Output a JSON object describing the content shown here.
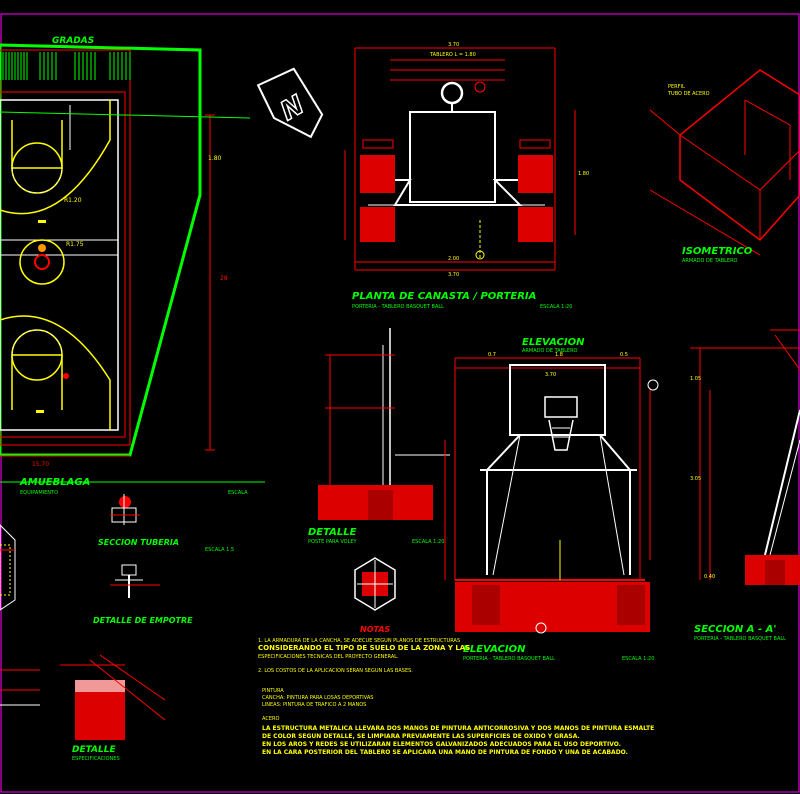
{
  "colors": {
    "background": "#000000",
    "line_green": "#00ff00",
    "line_red": "#ff0000",
    "line_yellow": "#ffff00",
    "line_white": "#ffffff",
    "line_cyan": "#00ffff",
    "line_magenta": "#ff00ff",
    "hatch_red": "#dd0000"
  },
  "labels": {
    "gradas": "GRADAS",
    "court_title": "AMUEBLAGA",
    "court_sub": "EQUIPAMIENTO",
    "court_scale": "ESCALA",
    "court_dim_width": "15.70",
    "court_dim_height": "28",
    "court_dim_side": "1.80",
    "court_r1": "R1.20",
    "court_r2": "R1.75",
    "north_mark": "N",
    "plan_title": "PLANTA DE CANASTA / PORTERIA",
    "plan_sub": "PORTERIA - TABLERO BASQUET BALL",
    "plan_scale": "ESCALA 1:20",
    "plan_dim_top": "3.70",
    "plan_dim_sub": "TABLERO L = 1.80",
    "plan_dim_bottom": "3.70",
    "plan_dim_mid": "2.00",
    "plan_dim_right": "1.80",
    "iso_title": "ISOMETRICO",
    "iso_sub": "ARMADO DE TABLERO",
    "iso_label1": "PERFIL",
    "iso_label2": "TUBO DE ACERO",
    "elev_title_top": "ELEVACION",
    "elev_sub_top": "ARMADO DE TABLERO",
    "elev_title": "ELEVACION",
    "elev_sub": "PORTERIA - TABLERO BASQUET BALL",
    "elev_scale": "ESCALA 1:20",
    "elev_dim_a": "0.7",
    "elev_dim_b": "1.8",
    "elev_dim_c": "0.5",
    "elev_dim_total": "3.70",
    "sec_title": "SECCION A - A'",
    "sec_sub": "PORTERIA - TABLERO BASQUET BALL",
    "sec_dim_a": "1.05",
    "sec_dim_b": "3.05",
    "sec_dim_c": "0.40",
    "detail_title": "DETALLE",
    "detail_sub": "POSTE PARA VOLEY",
    "detail_scale": "ESCALA 1:20",
    "sec_tuberia": "SECCION TUBERIA",
    "sec_tuberia_scale": "ESCALA 1:5",
    "detalle_empotre": "DETALLE DE EMPOTRE",
    "detalle_bottom": "DETALLE",
    "detalle_bottom_sub": "ESPECIFICACIONES",
    "notas_title": "NOTAS",
    "notes": [
      "1. LA ARMADURA DE LA CANCHA, SE ADECUE SEGUN PLANOS DE ESTRUCTURAS",
      "   CONSIDERANDO EL TIPO DE SUELO DE LA ZONA Y LAS",
      "   ESPECIFICACIONES TECNICAS DEL PROYECTO GENERAL.",
      "2. LOS COSTOS DE LA APLICACION SERAN SEGUN LAS BASES."
    ],
    "pintura_title": "PINTURA",
    "pintura_lines": [
      "CANCHA: PINTURA PARA LOSAS DEPORTIVAS",
      "LINEAS: PINTURA DE TRAFICO A 2 MANOS"
    ],
    "acero_title": "ACERO",
    "acero_lines": [
      "LA ESTRUCTURA METALICA LLEVARA DOS MANOS DE PINTURA ANTICORROSIVA Y DOS MANOS DE PINTURA ESMALTE",
      "DE COLOR SEGUN DETALLE, SE LIMPIARA PREVIAMENTE LAS SUPERFICIES DE OXIDO Y GRASA.",
      "EN LOS AROS Y REDES SE UTILIZARAN ELEMENTOS GALVANIZADOS ADECUADOS PARA EL USO DEPORTIVO.",
      "EN LA CARA POSTERIOR DEL TABLERO SE APLICARA UNA MANO DE PINTURA DE FONDO Y UNA DE ACABADO."
    ]
  }
}
